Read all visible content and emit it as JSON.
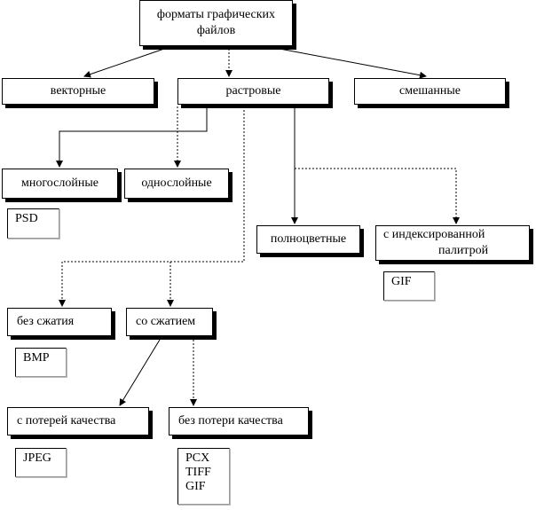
{
  "root": {
    "line1": "форматы графических",
    "line2": "файлов"
  },
  "level1": {
    "vector": "векторные",
    "raster": "растровые",
    "mixed": "смешанные"
  },
  "layers": {
    "multi": "многослойные",
    "single": "однослойные",
    "psd": "PSD"
  },
  "colors": {
    "full": "полноцветные",
    "indexed_line1": "с индексированной",
    "indexed_line2": "палитрой",
    "gif": "GIF"
  },
  "compression": {
    "none": "без сжатия",
    "with": "со сжатием",
    "bmp": "BMP"
  },
  "quality": {
    "lossy": "с потерей качества",
    "lossless": "без потери качества",
    "jpeg": "JPEG",
    "lossless_formats": [
      "PCX",
      "TIFF",
      "GIF"
    ]
  }
}
